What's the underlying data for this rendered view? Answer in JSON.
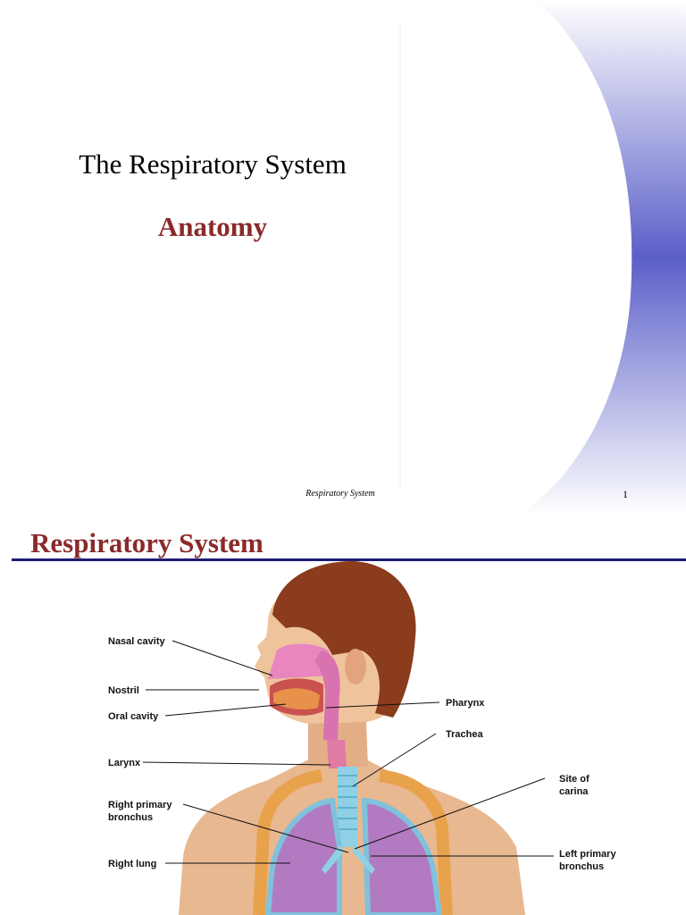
{
  "slide1": {
    "title": "The Respiratory System",
    "subtitle": "Anatomy",
    "footer": "Respiratory System",
    "page_number": "1",
    "colors": {
      "subtitle": "#8b2a2a",
      "accent_band": "#5b5fc8"
    }
  },
  "slide2": {
    "title": "Respiratory System",
    "colors": {
      "title": "#8b2a2a",
      "rule": "#1d1d73"
    },
    "labels": {
      "nasal_cavity": "Nasal cavity",
      "nostril": "Nostril",
      "oral_cavity": "Oral cavity",
      "larynx": "Larynx",
      "right_primary_bronchus_1": "Right primary",
      "right_primary_bronchus_2": "bronchus",
      "right_lung": "Right lung",
      "pharynx": "Pharynx",
      "trachea": "Trachea",
      "carina_1": "Site of",
      "carina_2": "carina",
      "left_primary_bronchus_1": "Left primary",
      "left_primary_bronchus_2": "bronchus"
    }
  }
}
